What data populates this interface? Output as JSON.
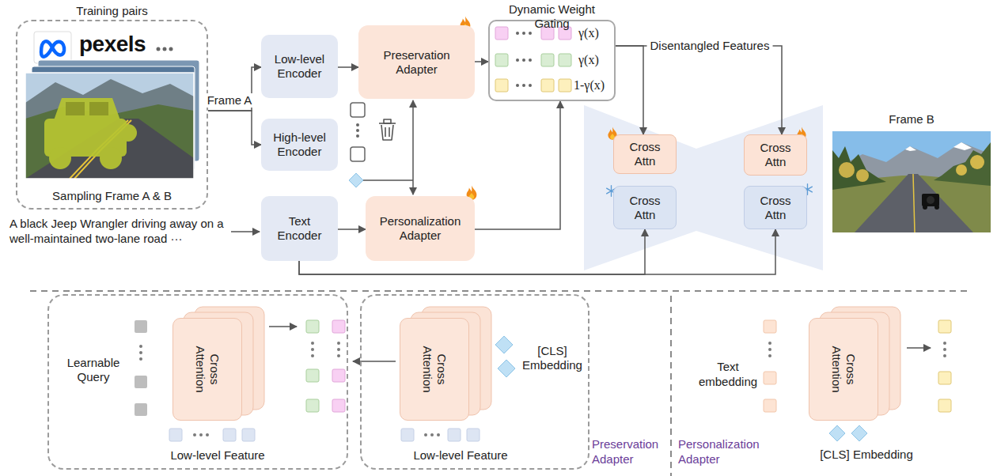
{
  "diagram": {
    "nodes": [
      {
        "text": [
          "Training pairs",
          "Sampling Frame A & B"
        ]
      },
      {
        "text": [
          "Low-level Encoder"
        ]
      },
      {
        "text": [
          "High-level Encoder"
        ]
      },
      {
        "text": [
          "Text Encoder"
        ]
      },
      {
        "text": [
          "Preservation Adapter"
        ]
      },
      {
        "text": [
          "Personalization Adapter"
        ]
      },
      {
        "text": [
          "Dynamic Weight Gating",
          "γ(x)",
          "γ(x)",
          "1-γ(x)"
        ]
      },
      {
        "text": [
          "Cross Attn"
        ]
      },
      {
        "text": [
          "Cross Attn"
        ]
      },
      {
        "text": [
          "Cross Attn"
        ]
      },
      {
        "text": [
          "Cross Attn"
        ]
      },
      {
        "text": [
          "Frame B"
        ]
      },
      {
        "text": [
          "Learnable Query",
          "Low-level Feature"
        ]
      },
      {
        "text": [
          "Cross Attention"
        ],
        "in": 12
      },
      {
        "text": [
          "[CLS] Embedding",
          "Low-level Feature"
        ]
      },
      {
        "text": [
          "Cross Attention"
        ],
        "in": 14
      },
      {
        "text": [
          "Cross Attention"
        ]
      }
    ],
    "edges": [
      {
        "from": 0,
        "to": 1,
        "label": "Frame A",
        "arrow": "to"
      },
      {
        "from": 0,
        "to": 2,
        "arrow": "to"
      },
      {
        "from": 1,
        "to": 4,
        "arrow": "to"
      },
      {
        "from": 3,
        "to": 5,
        "arrow": "to"
      },
      {
        "from": 4,
        "to": 6,
        "arrow": "to"
      },
      {
        "from": 5,
        "to": 6,
        "arrow": "to"
      },
      {
        "from": 6,
        "to": 7,
        "arrow": "to"
      },
      {
        "from": 6,
        "to": 9,
        "label": "Disentangled Features",
        "arrow": "to"
      },
      {
        "from": 3,
        "to": 8,
        "arrow": "to"
      },
      {
        "from": 3,
        "to": 10,
        "arrow": "to"
      }
    ],
    "labels": [
      "pexels",
      "A black Jeep Wrangler driving away on a well-maintained two-lane road ···",
      "Preservation Adapter",
      "Personalization Adapter",
      "Text embedding",
      "[CLS] Embedding"
    ]
  }
}
